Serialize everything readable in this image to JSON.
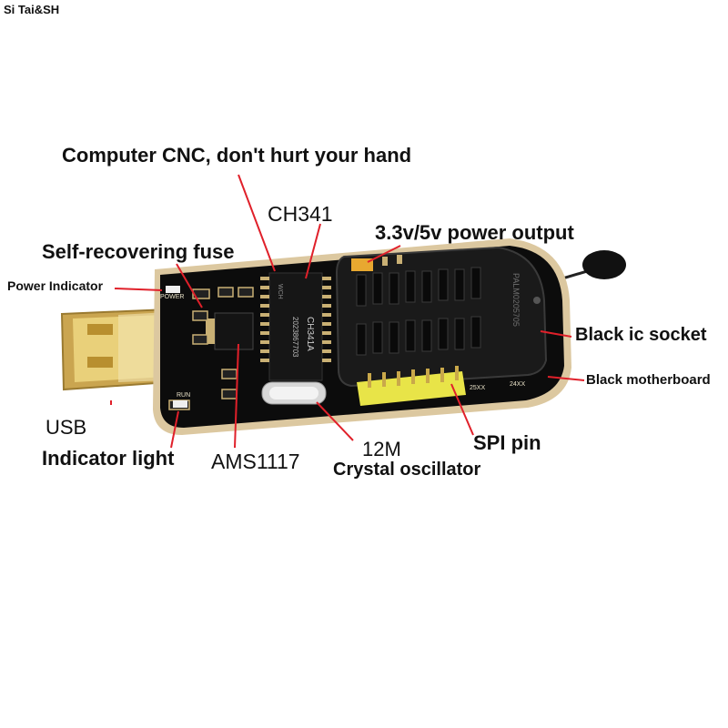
{
  "watermark": "Si Tai&SH",
  "labels": {
    "cnc": "Computer CNC, don't hurt your hand",
    "ch341": "CH341",
    "power_output": "3.3v/5v power output",
    "fuse": "Self-recovering fuse",
    "power_indicator": "Power Indicator",
    "ic_socket": "Black ic socket",
    "motherboard": "Black motherboard",
    "usb": "USB",
    "crystal_freq": "12M",
    "spi": "SPI pin",
    "indicator_light": "Indicator light",
    "regulator": "AMS1117",
    "crystal": "Crystal oscillator"
  },
  "board": {
    "silk_power": "POWER",
    "silk_run": "RUN",
    "chip_marking": "CH341A",
    "chip_code": "2023867703",
    "chip_logo": "WCH",
    "socket_marking": "PALM0205705",
    "silk_25xx": "25XX",
    "silk_24xx": "24XX"
  },
  "colors": {
    "pcb": "#0c0c0c",
    "pcb_edge": "#d9c89a",
    "pointer": "#e0202a",
    "spi_header": "#e8e448",
    "gold": "#d6b24a"
  }
}
